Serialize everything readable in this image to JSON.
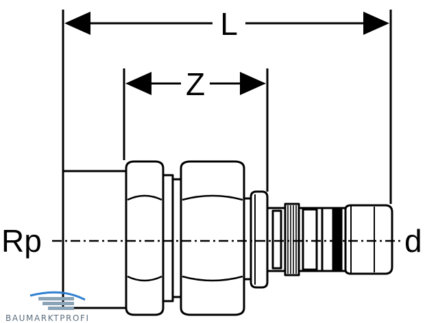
{
  "labels": {
    "length": "L",
    "insertion": "Z",
    "thread_side": "Rp",
    "pipe_side": "d"
  },
  "watermark": {
    "text": "BAUMARKTPROFI"
  },
  "colors": {
    "line": "#000000",
    "background": "#ffffff",
    "watermark_text": "#5b6d7d",
    "watermark_bar": "#8aa3b6",
    "watermark_accent": "#2e7fd0"
  }
}
